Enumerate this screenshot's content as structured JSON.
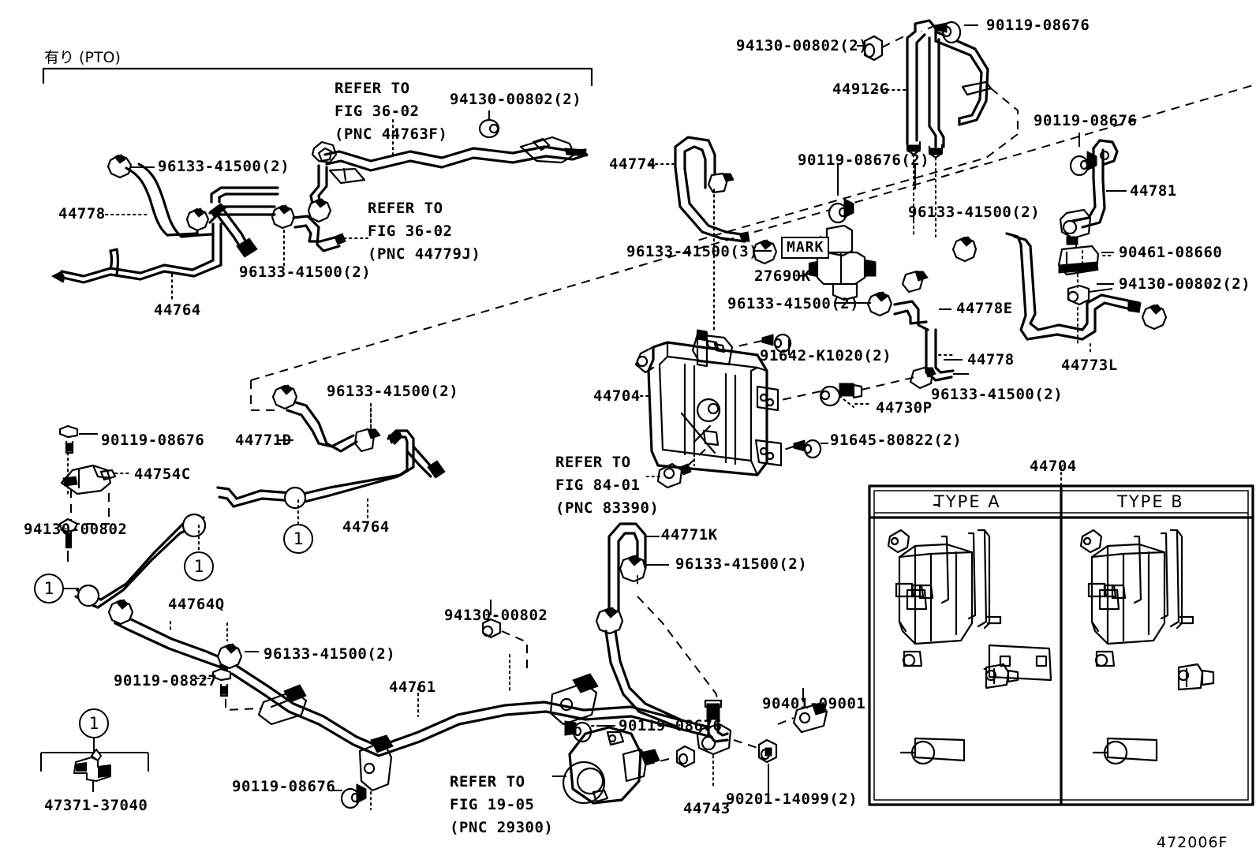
{
  "diagram": {
    "code": "472006F",
    "group_note": "有り (PTO)",
    "mark_box": "MARK"
  },
  "labels": {
    "l_96133_a": "96133-41500(2)",
    "l_44778_a": "44778",
    "l_96133_b": "96133-41500(2)",
    "l_44764_a": "44764",
    "ref_36_02_44763F": "REFER TO\nFIG 36-02\n(PNC 44763F)",
    "l_94130_top": "94130-00802(2)",
    "ref_36_02_44779J": "REFER TO\nFIG 36-02\n(PNC 44779J)",
    "l_44774": "44774",
    "l_96133_c": "96133-41500(3)",
    "l_27690K": "27690K",
    "l_96133_d": "96133-41500(2)",
    "l_94130_tr": "94130-00802(2)",
    "l_44912G": "44912G",
    "l_90119_tr1": "90119-08676",
    "l_90119_tr2": "90119-08676(2)",
    "l_96133_e": "96133-41500(2)",
    "l_90119_r": "90119-08676",
    "l_44781": "44781",
    "l_90461": "90461-08660",
    "l_94130_r": "94130-00802(2)",
    "l_44778E": "44778E",
    "l_44778_b": "44778",
    "l_96133_f": "96133-41500(2)",
    "l_44773L": "44773L",
    "l_91642": "91642-K1020(2)",
    "l_44704": "44704",
    "l_44730P": "44730P",
    "l_91645": "91645-80822(2)",
    "ref_84_01": "REFER TO\nFIG 84-01\n(PNC 83390)",
    "l_96133_g": "96133-41500(2)",
    "l_44771D": "44771D",
    "l_44764_b": "44764",
    "l_90119_ml": "90119-08676",
    "l_44754C": "44754C",
    "l_94130_ml": "94130-00802",
    "l_44764Q": "44764Q",
    "l_96133_h": "96133-41500(2)",
    "l_90119_08827": "90119-08827",
    "l_44761": "44761",
    "l_94130_bc": "94130-00802",
    "l_44771K": "44771K",
    "l_96133_i": "96133-41500(2)",
    "l_90119_bl": "90119-08676",
    "l_90119_br": "90119-08676",
    "ref_19_05": "REFER TO\nFIG 19-05\n(PNC 29300)",
    "l_44743": "44743",
    "l_90201": "90201-14099(2)",
    "l_90401": "90401-09001",
    "l_47371": "47371-37040"
  },
  "balloons": {
    "b1": "1",
    "b2": "1",
    "b3": "1",
    "b4": "1"
  },
  "inset": {
    "part_no": "44704",
    "type_a": "TYPE A",
    "type_b": "TYPE B"
  },
  "colors": {
    "ink": "#000000",
    "paper": "#ffffff"
  }
}
